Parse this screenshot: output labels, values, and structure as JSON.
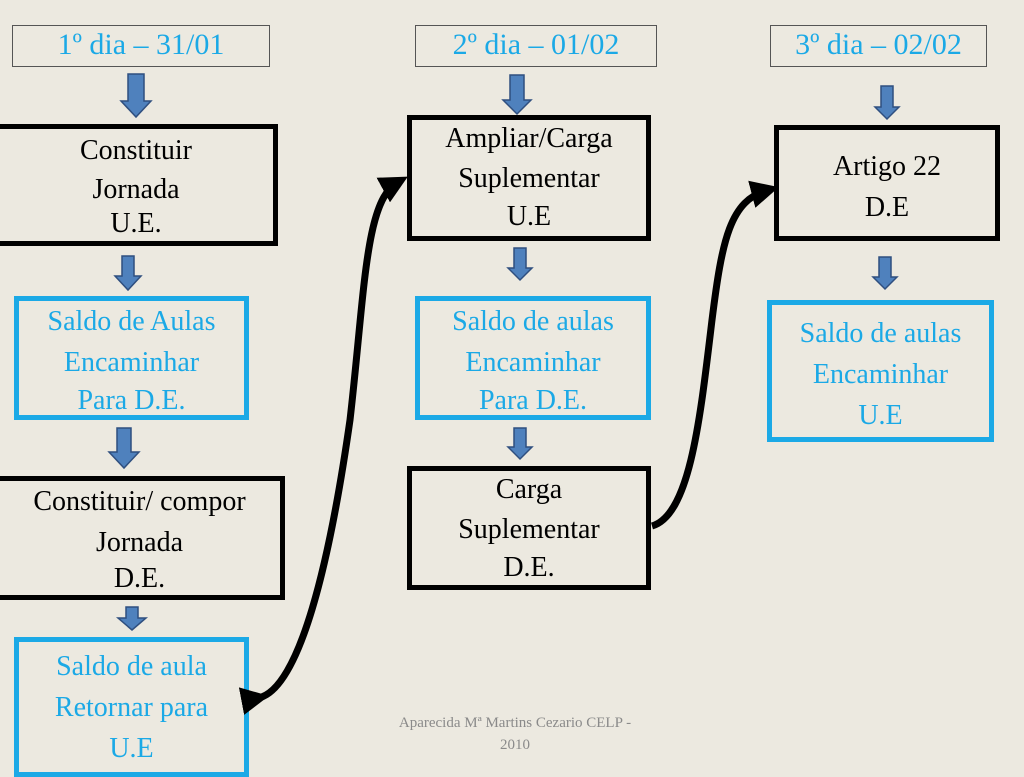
{
  "headers": {
    "day1": "1º dia – 31/01",
    "day2": "2º dia – 01/02",
    "day3": "3º dia – 02/02"
  },
  "col1": {
    "box1": [
      "Constituir",
      "Jornada",
      "U.E."
    ],
    "box2": [
      "Saldo de Aulas",
      "Encaminhar",
      "Para D.E."
    ],
    "box3": [
      "Constituir/ compor",
      "Jornada",
      "D.E."
    ],
    "box4": [
      "Saldo de aula",
      "Retornar para",
      "U.E"
    ]
  },
  "col2": {
    "box1": [
      "Ampliar/Carga",
      "Suplementar",
      "U.E"
    ],
    "box2": [
      "Saldo de aulas",
      "Encaminhar",
      "Para D.E."
    ],
    "box3": [
      "Carga",
      "Suplementar",
      "D.E."
    ]
  },
  "col3": {
    "box1": [
      "Artigo 22",
      "D.E"
    ],
    "box2": [
      "Saldo de aulas",
      "Encaminhar",
      "U.E"
    ]
  },
  "footer": [
    "Aparecida Mª Martins Cezario   CELP -",
    "2010"
  ],
  "colors": {
    "text_blue": "#1ba9e6",
    "arrow_fill": "#4f81bd",
    "arrow_stroke": "#2f4f7f",
    "background": "#ece9e0"
  },
  "icons": [
    "down-arrow-icon",
    "curved-connector-arrow-icon"
  ]
}
